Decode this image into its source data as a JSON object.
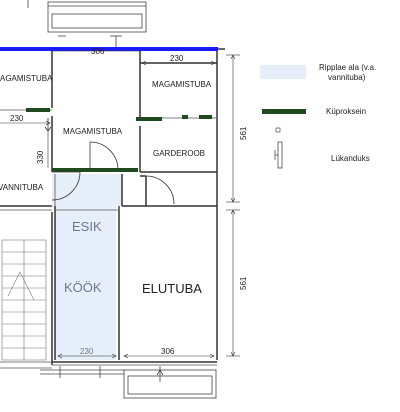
{
  "rooms": {
    "magamistuba_left": "AGAMISTUBA",
    "magamistuba_center": "MAGAMISTUBA",
    "magamistuba_right": "MAGAMISTUBA",
    "garderoob": "GARDEROOB",
    "vannituba": "VANNITUBA",
    "esik": "ESIK",
    "kook": "KÖÖK",
    "elutuba": "ELUTUBA"
  },
  "dimensions": {
    "top_width": "306",
    "right_room_width": "230",
    "left_wall_width": "230",
    "left_height": "330",
    "vertical_upper": "561",
    "vertical_lower": "561",
    "kitchen_width": "230",
    "living_width": "306"
  },
  "legend": {
    "floor_area_label": "Ripplae ala (v.a. vannituba)",
    "floor_area_line1": "Ripplae ala (v.a.",
    "floor_area_line2": "vannituba)",
    "partition_label": "Küproksein",
    "sliding_door_label": "Lükanduks"
  },
  "colors": {
    "floor_fill": "#e6eef9",
    "partition": "#1e4a1e",
    "outer_wall": "#1a1aff",
    "line": "#333333"
  }
}
